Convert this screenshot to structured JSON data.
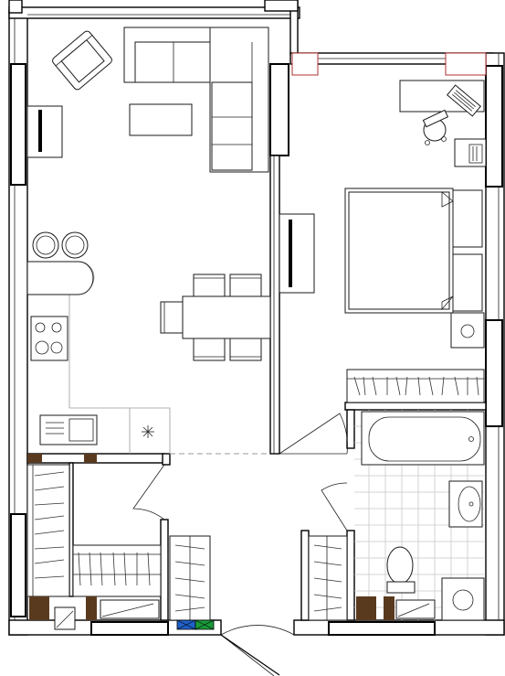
{
  "plan": {
    "rooms": [
      "living-kitchen",
      "bedroom",
      "bathroom",
      "hallway",
      "entrance"
    ],
    "furniture": {
      "living": [
        "armchair",
        "corner-sofa",
        "coffee-table",
        "tv-stand",
        "bar-stools",
        "dining-table",
        "dining-chairs"
      ],
      "kitchen": [
        "cooktop",
        "sink",
        "dishwasher-mark",
        "counter"
      ],
      "bedroom": [
        "double-bed",
        "nightstands",
        "desk",
        "office-chair",
        "laptop",
        "wall-tv",
        "laundry-machine"
      ],
      "bathroom": [
        "bathtub",
        "washbasin",
        "toilet",
        "shower-tray",
        "towel-rail"
      ],
      "hall": [
        "wardrobes",
        "shoe-cabinets",
        "entrance-door"
      ]
    },
    "colors": {
      "walls": "#000000",
      "lines": "#1a1a1a",
      "wood": "#5a3a1f",
      "tiles": "#c8c8c8",
      "meter_blue": "#1f5fc8",
      "meter_green": "#1a9a3a",
      "accent_red": "#b03030"
    },
    "icons": [
      "snowflake-icon",
      "sink-icon",
      "toilet-icon",
      "bathtub-icon",
      "cooktop-icon"
    ]
  }
}
